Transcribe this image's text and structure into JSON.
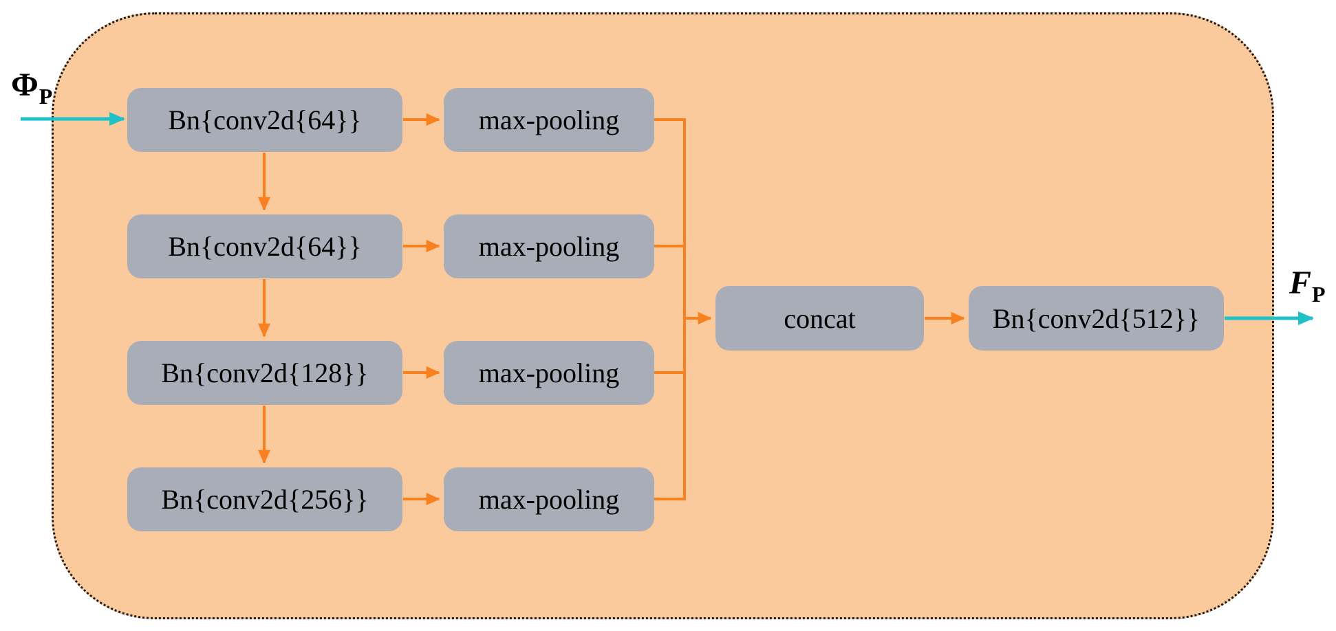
{
  "diagram": {
    "input_label": {
      "base": "Φ",
      "sub": "P"
    },
    "output_label": {
      "base": "F",
      "sub": "P"
    },
    "nodes": {
      "bn1": "Bn{conv2d{64}}",
      "bn2": "Bn{conv2d{64}}",
      "bn3": "Bn{conv2d{128}}",
      "bn4": "Bn{conv2d{256}}",
      "mp1": "max-pooling",
      "mp2": "max-pooling",
      "mp3": "max-pooling",
      "mp4": "max-pooling",
      "concat": "concat",
      "bn512": "Bn{conv2d{512}}"
    },
    "edges": [
      {
        "from": "input",
        "to": "bn1"
      },
      {
        "from": "bn1",
        "to": "bn2"
      },
      {
        "from": "bn2",
        "to": "bn3"
      },
      {
        "from": "bn3",
        "to": "bn4"
      },
      {
        "from": "bn1",
        "to": "mp1"
      },
      {
        "from": "bn2",
        "to": "mp2"
      },
      {
        "from": "bn3",
        "to": "mp3"
      },
      {
        "from": "bn4",
        "to": "mp4"
      },
      {
        "from": "mp1",
        "to": "concat"
      },
      {
        "from": "mp2",
        "to": "concat"
      },
      {
        "from": "mp3",
        "to": "concat"
      },
      {
        "from": "mp4",
        "to": "concat"
      },
      {
        "from": "concat",
        "to": "bn512"
      },
      {
        "from": "bn512",
        "to": "output"
      }
    ],
    "colors": {
      "container_fill": "#FBCA9C",
      "container_border": "#1a1a1a",
      "node_fill": "#A9ADB8",
      "arrow_orange": "#F8801E",
      "arrow_cyan": "#1FC0C8",
      "text": "#000000"
    }
  }
}
